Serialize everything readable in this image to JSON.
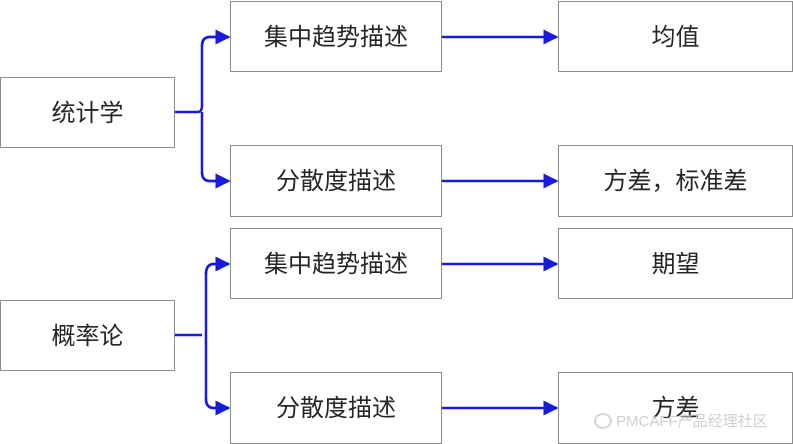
{
  "groups": [
    {
      "root": "统计学",
      "branches": [
        {
          "method": "集中趋势描述",
          "result": "均值"
        },
        {
          "method": "分散度描述",
          "result": "方差，标准差"
        }
      ]
    },
    {
      "root": "概率论",
      "branches": [
        {
          "method": "集中趋势描述",
          "result": "期望"
        },
        {
          "method": "分散度描述",
          "result": "方差"
        }
      ]
    }
  ],
  "watermark": "PMCAFF产品经理社区",
  "colors": {
    "connector": "#1a1adb",
    "box_border": "#8c8c8c",
    "text": "#262626"
  }
}
